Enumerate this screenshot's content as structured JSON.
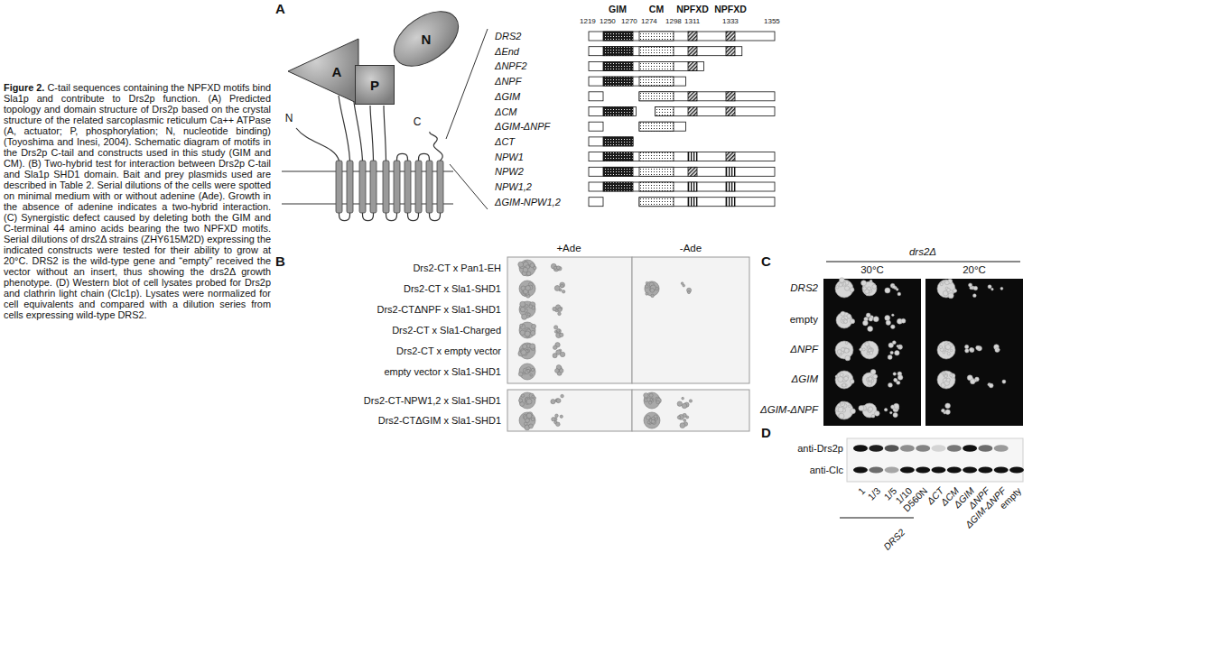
{
  "diagram": {
    "caption": "Figure 2. C-tail sequences containing the NPFXD motifs bind Sla1p and contribute to Drs2p function. (A) Predicted topology and domain structure of Drs2p based on the crystal structure of the related sarcoplasmic reticulum Ca++ ATPase (A, actuator; P, phosphorylation; N, nucleotide binding) (Toyoshima and Inesi, 2004). Schematic diagram of motifs in the Drs2p C-tail and constructs used in this study (GIM and CM). (B) Two-hybrid test for interaction between Drs2p C-tail and Sla1p SHD1 domain. Bait and prey plasmids used are described in Table 2. Serial dilutions of the cells were spotted on minimal medium with or without adenine (Ade). Growth in the absence of adenine indicates a two-hybrid interaction. (C) Synergistic defect caused by deleting both the GIM and C-terminal 44 amino acids bearing the two NPFXD motifs. Serial dilutions of drs2Δ strains (ZHY615M2D) expressing the indicated constructs were tested for their ability to grow at 20°C. DRS2 is the wild-type gene and “empty” received the vector without an insert, thus showing the drs2Δ growth phenotype. (D) Western blot of cell lysates probed for Drs2p and clathrin light chain (Clc1p). Lysates were normalized for cell equivalents and compared with a dilution series from cells expressing wild-type DRS2.",
    "nodes": [
      {
        "text": [
          "A"
        ]
      },
      {
        "text": [
          "P"
        ]
      },
      {
        "text": [
          "N"
        ]
      }
    ],
    "labels": [
      "A",
      "N",
      "C",
      "GIM",
      "CM",
      "NPFXD",
      "NPFXD",
      "1219",
      "1250",
      "1270",
      "1274",
      "1298",
      "1311",
      "1333",
      "1355",
      "DRS2",
      "ΔEnd",
      "ΔNPF2",
      "ΔNPF",
      "ΔGIM",
      "ΔCM",
      "ΔGIM-ΔNPF",
      "ΔCT",
      "NPW1",
      "NPW2",
      "NPW1,2",
      "ΔGIM-NPW1,2",
      "B",
      "+Ade",
      "-Ade",
      "Drs2-CT x Pan1-EH",
      "Drs2-CT x Sla1-SHD1",
      "Drs2-CTΔNPF x Sla1-SHD1",
      "Drs2-CT x Sla1-Charged",
      "Drs2-CT x empty vector",
      "empty vector x Sla1-SHD1",
      "Drs2-CT-NPW1,2 x Sla1-SHD1",
      "Drs2-CTΔGIM x Sla1-SHD1",
      "C",
      "drs2Δ",
      "30°C",
      "20°C",
      "DRS2",
      "empty",
      "ΔNPF",
      "ΔGIM",
      "ΔGIM-ΔNPF",
      "D",
      "anti-Drs2p",
      "anti-Clc",
      "1",
      "1/3",
      "1/5",
      "1/10",
      "D560N",
      "ΔCT",
      "ΔCM",
      "ΔGIM",
      "ΔNPF",
      "ΔGIM-ΔNPF",
      "empty",
      "DRS2"
    ]
  }
}
